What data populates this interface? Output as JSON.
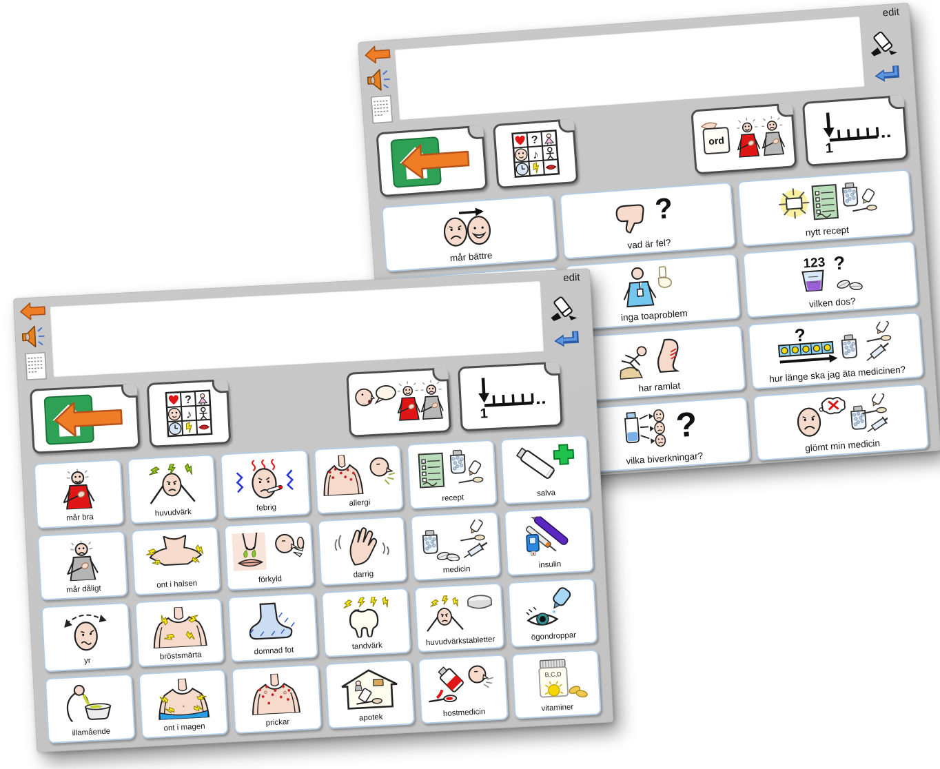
{
  "colors": {
    "panel": "#c9c9c9",
    "cell_border": "#b5cde4",
    "accent_orange": "#ef7d26",
    "accent_green": "#2fa156",
    "accent_blue": "#3a76c8",
    "accent_red": "#e01616",
    "highlight_yellow": "#f5d800"
  },
  "icon_texts": {
    "ord": "ord",
    "one": "1",
    "dose": "123",
    "question": "?",
    "vitamins": "B,C,D"
  },
  "panels": [
    {
      "pos": "back",
      "edit_label": "edit",
      "message_bar": {
        "value": ""
      },
      "side_icons": {
        "left": [
          "back-arrow",
          "speaker",
          "message-notes"
        ],
        "right": [
          "eraser",
          "enter-arrow"
        ]
      },
      "toolbar": [
        {
          "name": "home-back-button",
          "icon": "home-back"
        },
        {
          "name": "topics-grid-button",
          "icon": "topics-grid"
        },
        {
          "name": "word-display-button",
          "icon": "ord-card"
        },
        {
          "name": "scale-one-button",
          "icon": "scale-one"
        }
      ],
      "columns": 3,
      "cells": [
        {
          "label": "mår bättre",
          "icon": "faces-better"
        },
        {
          "label": "vad är fel?",
          "icon": "thumb-question"
        },
        {
          "label": "nytt recept",
          "icon": "new-prescription"
        },
        {
          "label": "",
          "icon": "swoosh"
        },
        {
          "label": "inga toaproblem",
          "icon": "toilet-ok"
        },
        {
          "label": "vilken dos?",
          "icon": "dose-question"
        },
        {
          "label": "",
          "icon": ""
        },
        {
          "label": "har ramlat",
          "icon": "fallen"
        },
        {
          "label": "hur länge ska jag äta medicinen?",
          "icon": "medicine-duration"
        },
        {
          "label": "",
          "icon": ""
        },
        {
          "label": "vilka biverkningar?",
          "icon": "side-effects"
        },
        {
          "label": "glömt min medicin",
          "icon": "forgot-medicine"
        }
      ]
    },
    {
      "pos": "front",
      "edit_label": "edit",
      "message_bar": {
        "value": ""
      },
      "side_icons": {
        "left": [
          "back-arrow",
          "speaker",
          "message-notes"
        ],
        "right": [
          "eraser",
          "enter-arrow"
        ]
      },
      "toolbar": [
        {
          "name": "home-back-button",
          "icon": "home-back"
        },
        {
          "name": "topics-grid-button",
          "icon": "topics-grid"
        },
        {
          "name": "speak-phrase-button",
          "icon": "talk-figures"
        },
        {
          "name": "scale-one-button",
          "icon": "scale-one"
        }
      ],
      "columns": 6,
      "cells": [
        {
          "label": "mår bra",
          "icon": "figure-happy"
        },
        {
          "label": "huvudvärk",
          "icon": "head-hands"
        },
        {
          "label": "febrig",
          "icon": "fever"
        },
        {
          "label": "allergi",
          "icon": "allergy"
        },
        {
          "label": "recept",
          "icon": "prescription"
        },
        {
          "label": "salva",
          "icon": "ointment"
        },
        {
          "label": "mår dåligt",
          "icon": "figure-sad"
        },
        {
          "label": "ont i halsen",
          "icon": "sore-throat"
        },
        {
          "label": "förkyld",
          "icon": "cold"
        },
        {
          "label": "darrig",
          "icon": "shaky-hand"
        },
        {
          "label": "medicin",
          "icon": "medicine"
        },
        {
          "label": "insulin",
          "icon": "insulin"
        },
        {
          "label": "yr",
          "icon": "dizzy"
        },
        {
          "label": "bröstsmärta",
          "icon": "chest-pain"
        },
        {
          "label": "domnad fot",
          "icon": "numb-foot"
        },
        {
          "label": "tandvärk",
          "icon": "toothache"
        },
        {
          "label": "huvudvärkstabletter",
          "icon": "headache-pills"
        },
        {
          "label": "ögondroppar",
          "icon": "eye-drops"
        },
        {
          "label": "illamående",
          "icon": "nausea"
        },
        {
          "label": "ont i magen",
          "icon": "stomach-ache"
        },
        {
          "label": "prickar",
          "icon": "spots"
        },
        {
          "label": "apotek",
          "icon": "pharmacy"
        },
        {
          "label": "hostmedicin",
          "icon": "cough-medicine"
        },
        {
          "label": "vitaminer",
          "icon": "vitamins"
        }
      ]
    }
  ]
}
